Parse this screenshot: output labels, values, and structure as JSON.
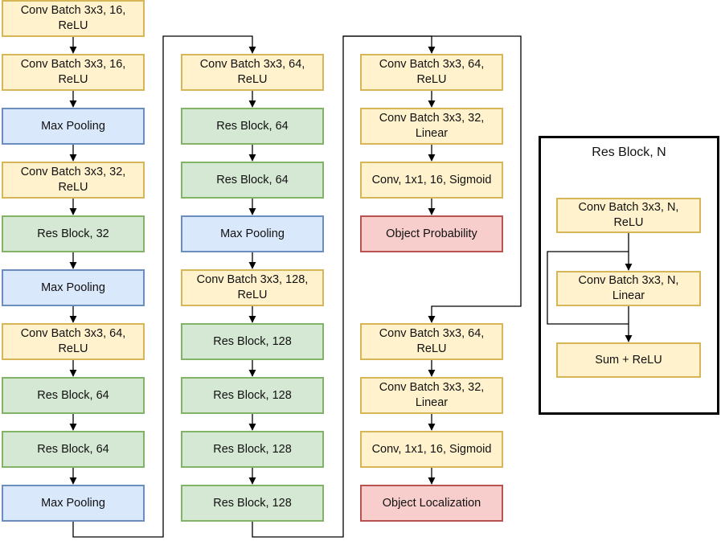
{
  "columns": [
    {
      "id": "col1",
      "nodes": [
        {
          "kind": "conv",
          "text": "Conv Batch 3x3, 16,\nReLU"
        },
        {
          "kind": "conv",
          "text": "Conv Batch 3x3, 16,\nReLU"
        },
        {
          "kind": "pool",
          "text": "Max Pooling"
        },
        {
          "kind": "conv",
          "text": "Conv Batch 3x3, 32,\nReLU"
        },
        {
          "kind": "res",
          "text": "Res Block, 32"
        },
        {
          "kind": "pool",
          "text": "Max Pooling"
        },
        {
          "kind": "conv",
          "text": "Conv Batch 3x3, 64,\nReLU"
        },
        {
          "kind": "res",
          "text": "Res Block, 64"
        },
        {
          "kind": "res",
          "text": "Res Block, 64"
        },
        {
          "kind": "pool",
          "text": "Max Pooling"
        }
      ]
    },
    {
      "id": "col2",
      "nodes": [
        {
          "kind": "conv",
          "text": "Conv Batch 3x3, 64,\nReLU"
        },
        {
          "kind": "res",
          "text": "Res Block, 64"
        },
        {
          "kind": "res",
          "text": "Res Block, 64"
        },
        {
          "kind": "pool",
          "text": "Max Pooling"
        },
        {
          "kind": "conv",
          "text": "Conv Batch 3x3, 128,\nReLU"
        },
        {
          "kind": "res",
          "text": "Res Block, 128"
        },
        {
          "kind": "res",
          "text": "Res Block, 128"
        },
        {
          "kind": "res",
          "text": "Res Block, 128"
        },
        {
          "kind": "res",
          "text": "Res Block, 128"
        }
      ]
    },
    {
      "id": "col3-probability-head",
      "nodes": [
        {
          "kind": "conv",
          "text": "Conv Batch 3x3, 64,\nReLU"
        },
        {
          "kind": "conv",
          "text": "Conv Batch 3x3, 32,\nLinear"
        },
        {
          "kind": "conv",
          "text": "Conv, 1x1, 16, Sigmoid"
        },
        {
          "kind": "out",
          "text": "Object Probability"
        }
      ]
    },
    {
      "id": "col3-localization-head",
      "nodes": [
        {
          "kind": "conv",
          "text": "Conv Batch 3x3, 64,\nReLU"
        },
        {
          "kind": "conv",
          "text": "Conv Batch 3x3, 32,\nLinear"
        },
        {
          "kind": "conv",
          "text": "Conv, 1x1, 16, Sigmoid"
        },
        {
          "kind": "out",
          "text": "Object Localization"
        }
      ]
    }
  ],
  "legend": {
    "title": "Res Block, N",
    "nodes": [
      {
        "kind": "conv",
        "text": "Conv Batch 3x3, N,\nReLU"
      },
      {
        "kind": "conv",
        "text": "Conv Batch 3x3, N,\nLinear"
      },
      {
        "kind": "conv",
        "text": "Sum + ReLU"
      }
    ]
  },
  "colors": {
    "conv_fill": "#fff2cc",
    "conv_border": "#d6b656",
    "pool_fill": "#dae8fc",
    "pool_border": "#6c8ebf",
    "res_fill": "#d5e8d4",
    "res_border": "#82b366",
    "out_fill": "#f8cecc",
    "out_border": "#b85450",
    "edge": "#000000"
  }
}
